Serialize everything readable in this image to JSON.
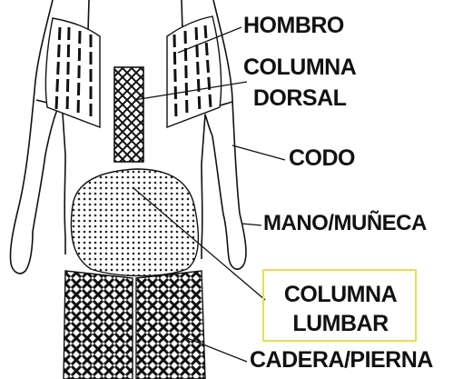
{
  "labels": {
    "shoulder": "HOMBRO",
    "dorsal_spine_line1": "COLUMNA",
    "dorsal_spine_line2": "DORSAL",
    "elbow": "CODO",
    "hand_wrist": "MANO/MUÑECA",
    "lumbar_spine_line1": "COLUMNA",
    "lumbar_spine_line2": "LUMBAR",
    "hip_leg": "CADERA/PIERNA"
  },
  "colors": {
    "outline": "#111111",
    "highlight_box": "#ecdb4f",
    "background": "#ffffff"
  }
}
